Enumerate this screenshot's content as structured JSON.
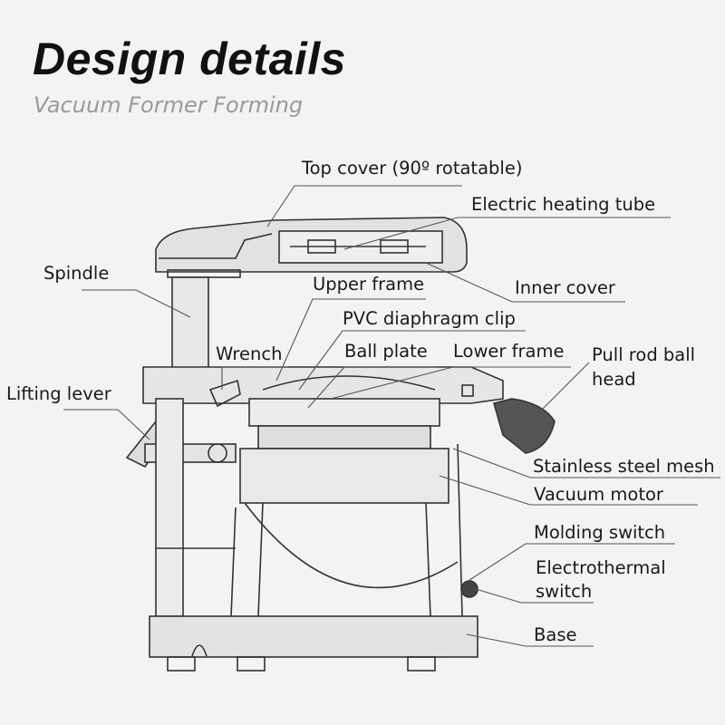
{
  "title": "Design details",
  "subtitle": "Vacuum Former Forming",
  "labels": {
    "top_cover": "Top cover (90º rotatable)",
    "heating_tube": "Electric heating tube",
    "spindle": "Spindle",
    "upper_frame": "Upper frame",
    "inner_cover": "Inner cover",
    "pvc_clip": "PVC diaphragm clip",
    "wrench": "Wrench",
    "ball_plate": "Ball plate",
    "lower_frame": "Lower frame",
    "pull_rod_1": "Pull rod ball",
    "pull_rod_2": "head",
    "lifting_lever": "Lifting lever",
    "steel_mesh": "Stainless steel mesh",
    "vacuum_motor": "Vacuum motor",
    "molding_switch": "Molding switch",
    "electrothermal_1": "Electrothermal",
    "electrothermal_2": "switch",
    "base": "Base"
  }
}
